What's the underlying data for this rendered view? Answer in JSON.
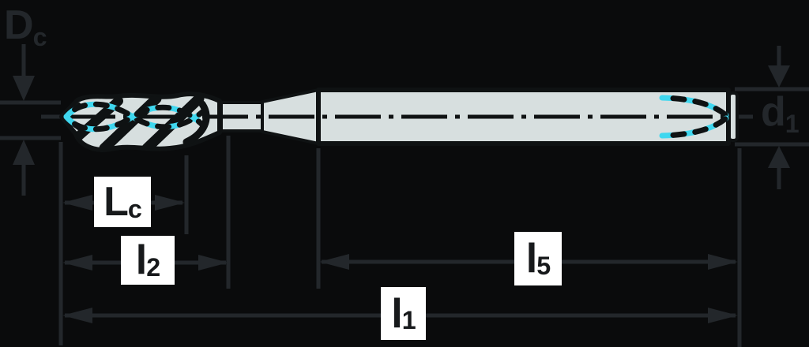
{
  "diagram": {
    "kind": "drill-dimension-drawing",
    "labels": {
      "cutting_diameter": {
        "main": "D",
        "sub": "c"
      },
      "shank_diameter": {
        "main": "d",
        "sub": "1"
      },
      "flute_length": {
        "main": "L",
        "sub": "c"
      },
      "length_l2": {
        "main": "l",
        "sub": "2"
      },
      "length_l5": {
        "main": "l",
        "sub": "5"
      },
      "overall_length": {
        "main": "l",
        "sub": "1"
      }
    }
  },
  "colors": {
    "bg": "#0a0b0c",
    "dim": "#23272b",
    "outline": "#0f1213",
    "steel": "#d7dfdf",
    "coolant": "#3fd7ef",
    "paper": "#ffffff",
    "ink": "#17191b"
  }
}
